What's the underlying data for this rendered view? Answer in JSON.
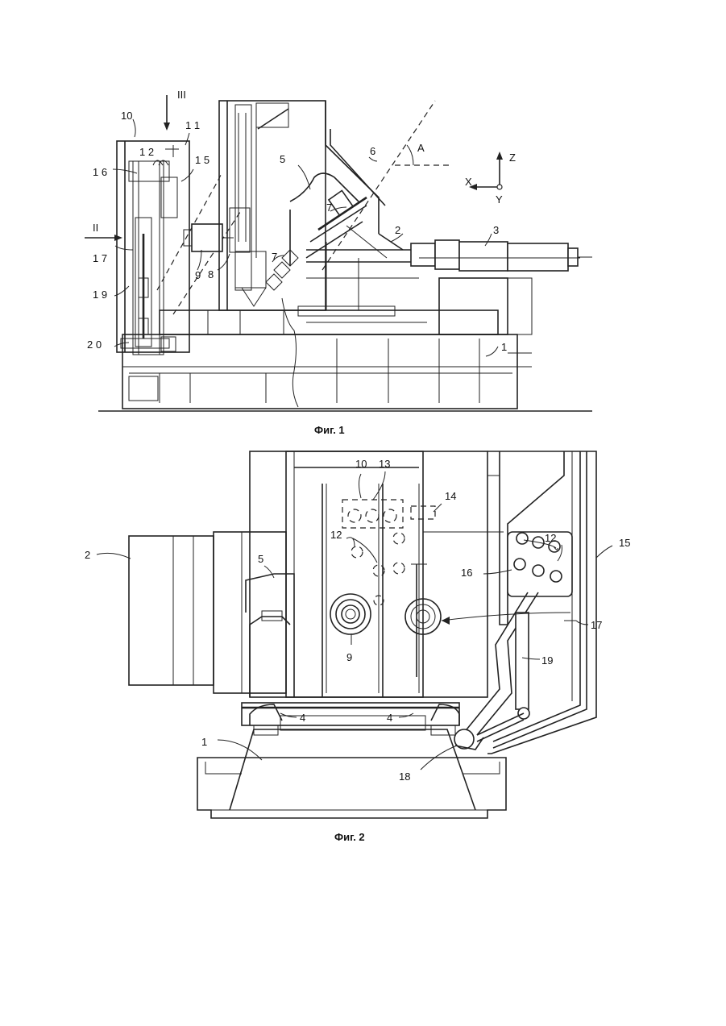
{
  "figure1": {
    "caption": "Фиг. 1",
    "section_markers": [
      "III",
      "II"
    ],
    "angle_label": "A",
    "axes": {
      "x": "X",
      "y": "Y",
      "z": "Z"
    },
    "labels": [
      "10",
      "1 1",
      "1 2",
      "1 5",
      "1 6",
      "1 7",
      "1 9",
      "2 0",
      "9",
      "8",
      "7",
      "7",
      "5",
      "6",
      "2",
      "3",
      "1"
    ]
  },
  "figure2": {
    "caption": "Фиг. 2",
    "labels": [
      "2",
      "5",
      "10",
      "13",
      "14",
      "12",
      "12",
      "16",
      "15",
      "17",
      "19",
      "9",
      "4",
      "4",
      "1",
      "18"
    ]
  }
}
